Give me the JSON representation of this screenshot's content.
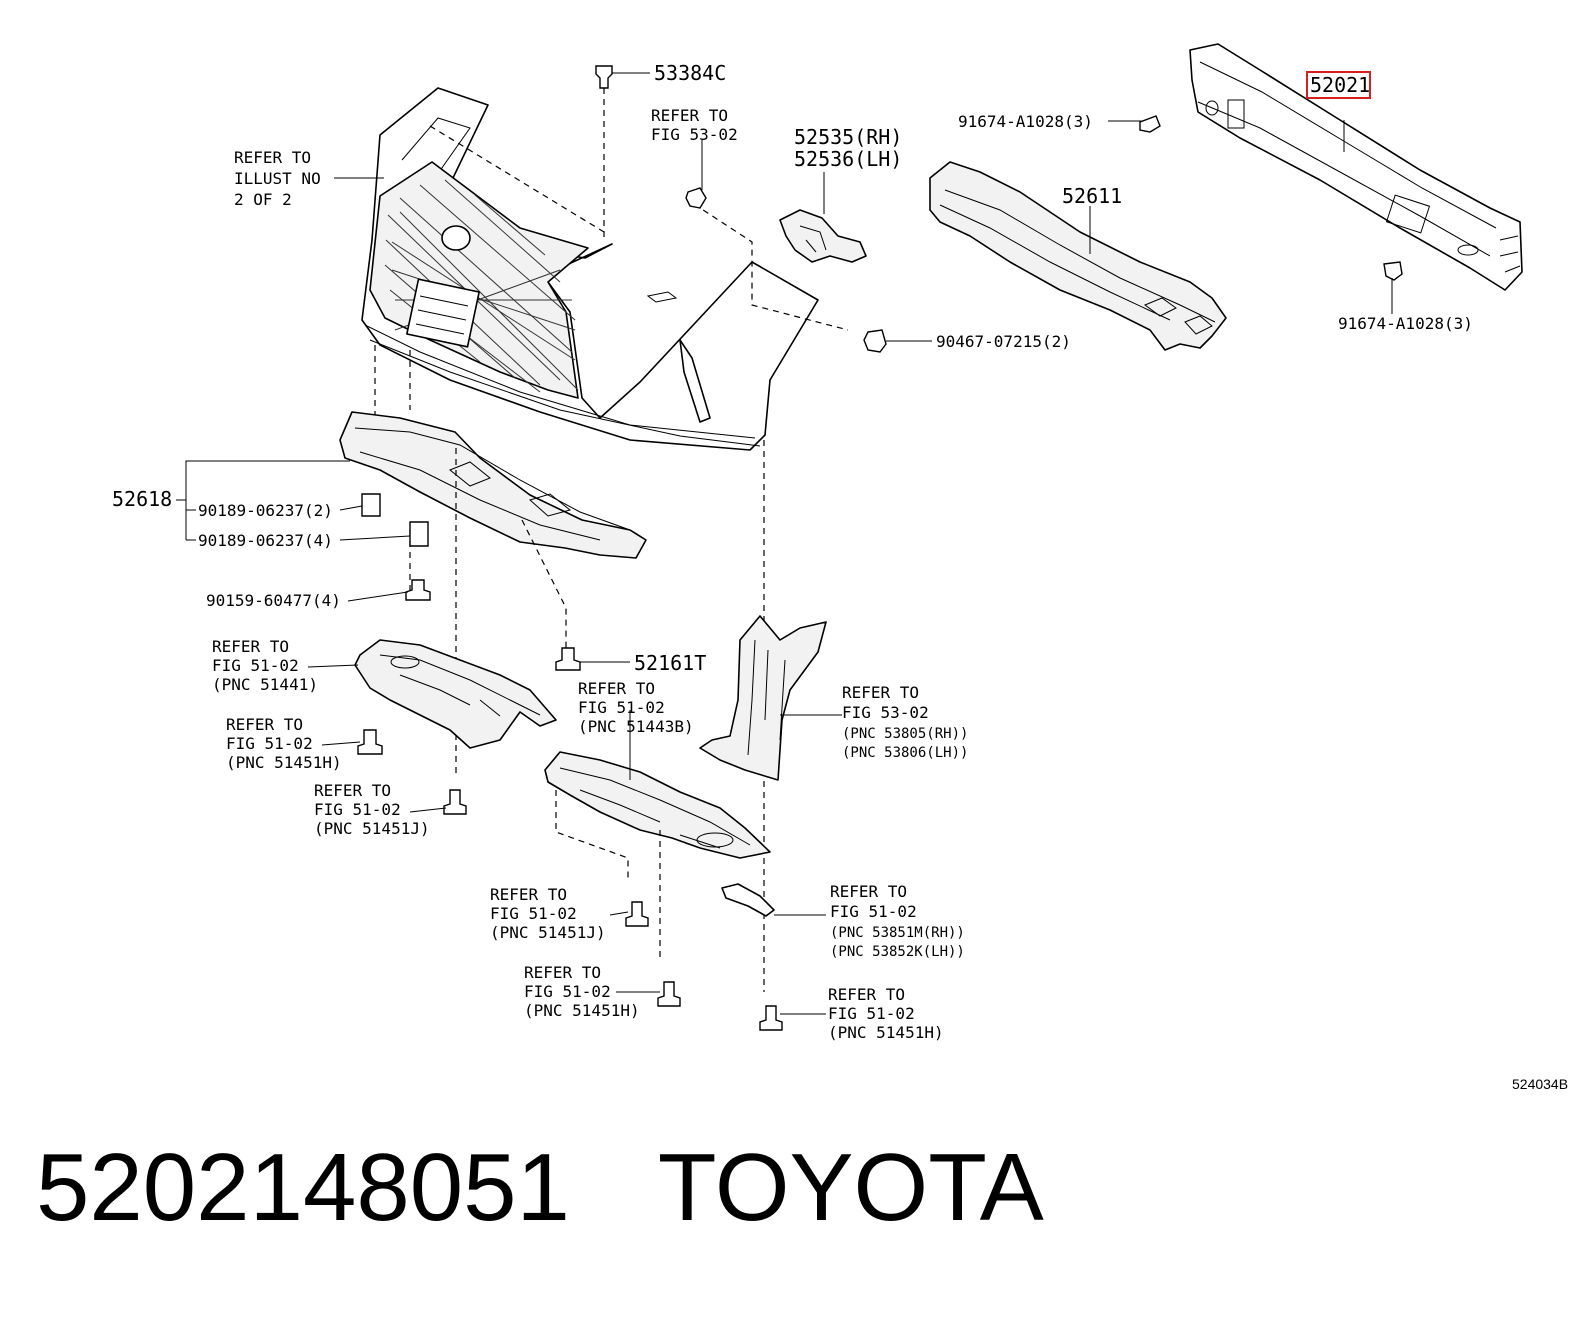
{
  "labels": {
    "p53384c": "53384C",
    "refer_5302_a": "REFER TO",
    "refer_5302_b": "FIG 53-02",
    "p52535": "52535(RH)",
    "p52536": "52536(LH)",
    "p52021": "52021",
    "p91674_top": "91674-A1028(3)",
    "p52611": "52611",
    "p91674_right": "91674-A1028(3)",
    "illust_a": "REFER TO",
    "illust_b": "ILLUST NO",
    "illust_c": "2 OF 2",
    "p90467": "90467-07215(2)",
    "p52618": "52618",
    "p90189_2": "90189-06237(2)",
    "p90189_4": "90189-06237(4)",
    "p90159": "90159-60477(4)",
    "p52161t": "52161T",
    "r51441_a": "REFER TO",
    "r51441_b": "FIG 51-02",
    "r51441_c": "(PNC 51441)",
    "r51451h1_a": "REFER TO",
    "r51451h1_b": "FIG 51-02",
    "r51451h1_c": "(PNC 51451H)",
    "r51451j1_a": "REFER TO",
    "r51451j1_b": "FIG 51-02",
    "r51451j1_c": "(PNC 51451J)",
    "r51443b_a": "REFER TO",
    "r51443b_b": "FIG 51-02",
    "r51443b_c": "(PNC 51443B)",
    "r5380_a": "REFER TO",
    "r5380_b": "FIG 53-02",
    "r5380_c": "(PNC 53805(RH))",
    "r5380_d": "(PNC 53806(LH))",
    "r5385_a": "REFER TO",
    "r5385_b": "FIG 51-02",
    "r5385_c": "(PNC 53851M(RH))",
    "r5385_d": "(PNC 53852K(LH))",
    "r51451j2_a": "REFER TO",
    "r51451j2_b": "FIG 51-02",
    "r51451j2_c": "(PNC 51451J)",
    "r51451h2_a": "REFER TO",
    "r51451h2_b": "FIG 51-02",
    "r51451h2_c": "(PNC 51451H)",
    "r51451h3_a": "REFER TO",
    "r51451h3_b": "FIG 51-02",
    "r51451h3_c": "(PNC 51451H)"
  },
  "illustration_id": "524034B",
  "highlighted_part": "52021",
  "highlight_color": "#d62020",
  "footer": {
    "part_number": "5202148051",
    "brand": "TOYOTA"
  }
}
